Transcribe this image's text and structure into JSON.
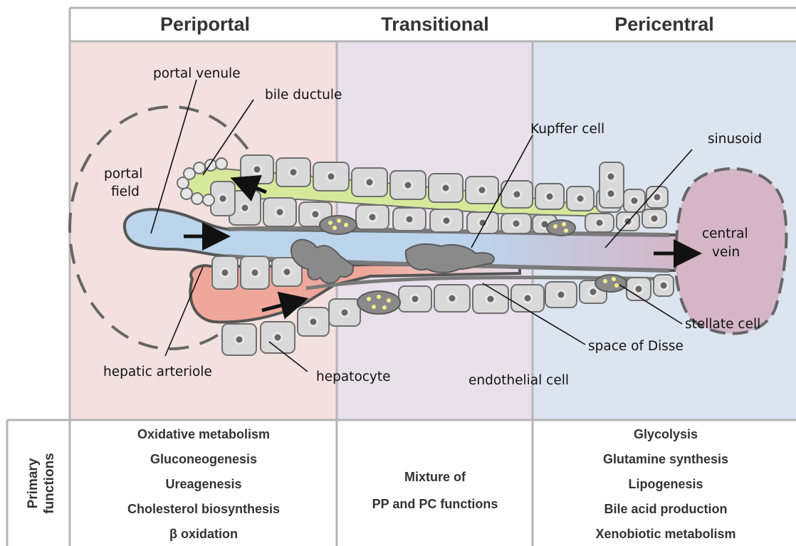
{
  "zones": {
    "periportal": "Periportal",
    "transitional": "Transitional",
    "pericentral": "Pericentral"
  },
  "labels": {
    "portal_venule": "portal venule",
    "bile_ductule": "bile ductule",
    "portal_field_1": "portal",
    "portal_field_2": "field",
    "kupffer_cell": "Kupffer cell",
    "sinusoid": "sinusoid",
    "central_vein_1": "central",
    "central_vein_2": "vein",
    "stellate_cell": "stellate cell",
    "space_of_disse": "space of Disse",
    "hepatic_arteriole": "hepatic arteriole",
    "hepatocyte": "hepatocyte",
    "endothelial_cell": "endothelial cell"
  },
  "functions": {
    "side_label_1": "Primary",
    "side_label_2": "functions",
    "periportal": [
      "Oxidative metabolism",
      "Gluconeogenesis",
      "Ureagenesis",
      "Cholesterol biosynthesis",
      "β oxidation"
    ],
    "transitional": [
      "Mixture of",
      "PP and PC functions"
    ],
    "pericentral": [
      "Glycolysis",
      "Glutamine synthesis",
      "Lipogenesis",
      "Bile acid production",
      "Xenobiotic metabolism"
    ]
  },
  "colors": {
    "periportal_bg": "#f3e1df",
    "transitional_bg": "#e8e1ec",
    "pericentral_bg": "#dbe4ef",
    "cell": "#d9d9d9",
    "cell_stroke": "#6e6e6e",
    "portal_blood": "#bcd4ec",
    "arterial_blood": "#f0a79b",
    "bile": "#d6e99a",
    "central_vein": "#d4b6c6",
    "endothelium": "#7a7a7a",
    "stellate_fat": "#f4ef8a"
  }
}
